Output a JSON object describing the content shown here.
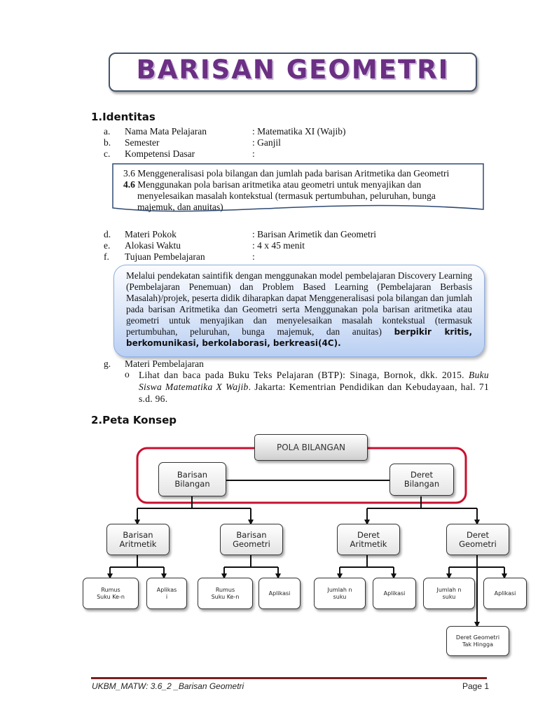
{
  "title": "BARISAN GEOMETRI",
  "section1": {
    "heading": "1.Identitas",
    "rows_top": [
      {
        "letter": "a.",
        "label": "Nama Mata Pelajaran",
        "value": ": Matematika XI (Wajib)"
      },
      {
        "letter": "b.",
        "label": "Semester",
        "value": ": Ganjil"
      },
      {
        "letter": "c.",
        "label": "Kompetensi Dasar",
        "value": ":"
      }
    ],
    "kd": {
      "line1": "3.6  Menggeneralisasi pola bilangan dan jumlah pada barisan Aritmetika dan Geometri",
      "line2_num": "4.6",
      "line2": " Menggunakan pola barisan aritmetika atau geometri untuk menyajikan dan",
      "line3": "menyelesaikan masalah kontekstual (termasuk pertumbuhan, peluruhan, bunga",
      "line4": "majemuk, dan anuitas)"
    },
    "rows_bottom": [
      {
        "letter": "d.",
        "label": "Materi Pokok",
        "value": ": Barisan Arimetik dan Geometri"
      },
      {
        "letter": "e.",
        "label": "Alokasi Waktu",
        "value": ": 4 x 45 menit"
      },
      {
        "letter": "f.",
        "label": "Tujuan Pembelajaran",
        "value": ":"
      }
    ],
    "tujuan_text": "Melalui pendekatan saintifik dengan menggunakan model pembelajaran Discovery Learning (Pembelajaran Penemuan) dan Problem Based Learning (Pembelajaran Berbasis Masalah)/projek, peserta didik diharapkan dapat Menggeneralisasi pola bilangan dan jumlah pada barisan Aritmetika dan Geometri serta Menggunakan pola barisan aritmetika atau geometri untuk menyajikan dan menyelesaikan masalah kontekstual (termasuk pertumbuhan, peluruhan, bunga majemuk, dan anuitas) ",
    "tujuan_bold": "berpikir kritis, berkomunikasi, berkolaborasi, berkreasi(4C).",
    "row_g": {
      "letter": "g.",
      "label": "Materi Pembelajaran"
    },
    "bullet_marker": "o",
    "bullet_part1": "Lihat dan baca pada Buku Teks Pelajaran (BTP): Sinaga, Bornok, dkk. 2015.",
    "bullet_italic": "Buku Siswa Matematika X Wajib",
    "bullet_part2": ". Jakarta: Kementrian Pendidikan dan",
    "bullet_part3": "Kebudayaan, hal. 71 s.d. 96."
  },
  "section2": {
    "heading": "2.Peta Konsep",
    "root": "POLA BILANGAN",
    "barisan_bilangan": [
      "Barisan",
      "Bilangan"
    ],
    "deret_bilangan": [
      "Deret",
      "Bilangan"
    ],
    "barisan_aritmetik": [
      "Barisan",
      "Aritmetik"
    ],
    "barisan_geometri": [
      "Barisan",
      "Geometri"
    ],
    "deret_aritmetik": [
      "Deret",
      "Aritmetik"
    ],
    "deret_geometri": [
      "Deret",
      "Geometri"
    ],
    "leaf1": [
      "Rumus",
      "Suku Ke-n"
    ],
    "leaf2": [
      "Aplikas",
      "i"
    ],
    "leaf3": [
      "Rumus",
      "Suku Ke-n"
    ],
    "leaf4": "Aplikasi",
    "leaf5": [
      "Jumlah n",
      "suku"
    ],
    "leaf6": "Aplikasi",
    "leaf7": [
      "Jumlah n",
      "suku"
    ],
    "leaf8": "Aplikasi",
    "leaf9": [
      "Deret Geometri",
      "Tak Hingga"
    ],
    "colors": {
      "frame": "#c8102e",
      "title": "#6b2f84",
      "footer_rule": "#7b2020"
    }
  },
  "footer": {
    "left": "UKBM_MATW: 3.6_2 _Barisan Geometri",
    "right": "Page 1"
  }
}
